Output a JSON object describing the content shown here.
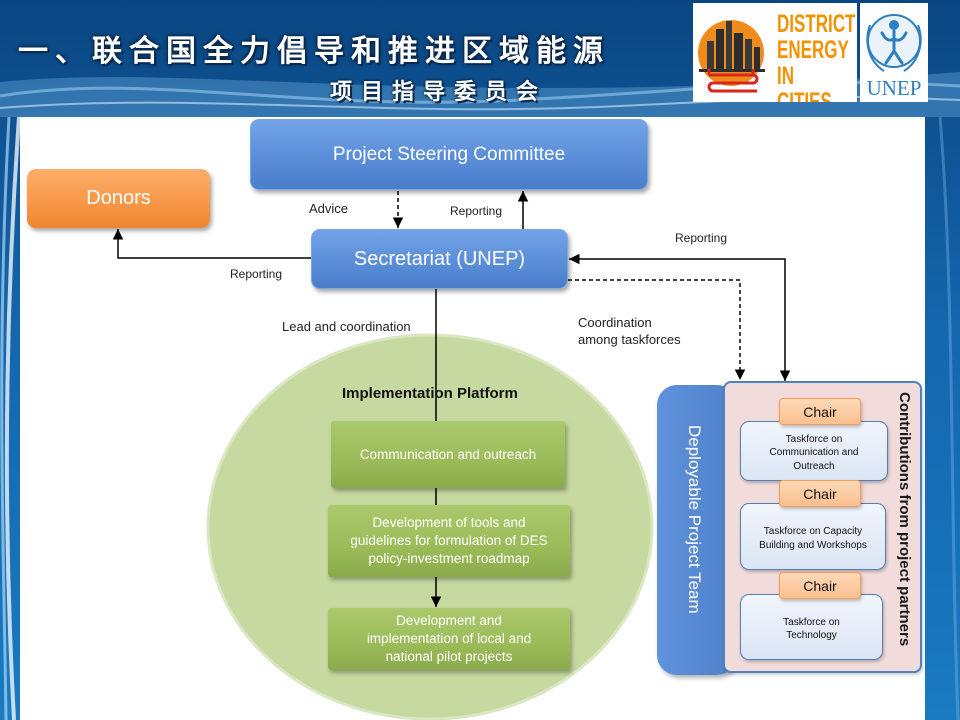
{
  "slide": {
    "title_line1": "一、联合国全力倡导和推进区域能源",
    "title_line2": "项目指导委员会"
  },
  "logos": {
    "district_energy": {
      "line1": "DISTRICT",
      "line2": "ENERGY",
      "line3": "IN CITIES"
    },
    "unep": "UNEP"
  },
  "diagram": {
    "steering_committee": "Project Steering Committee",
    "donors": "Donors",
    "secretariat": "Secretariat (UNEP)",
    "labels": {
      "advice": "Advice",
      "reporting_to_committee": "Reporting",
      "reporting_to_donors": "Reporting",
      "reporting_from_taskforces": "Reporting",
      "coordination": "Coordination among taskforces",
      "lead": "Lead and coordination"
    },
    "platform": {
      "title": "Implementation Platform",
      "items": [
        "Communication and outreach",
        "Development of tools and guidelines for formulation of DES policy-investment roadmap",
        "Development and implementation of local and national pilot projects"
      ]
    },
    "deployable_team": "Deployable Project Team",
    "contributions": "Contributions from project partners",
    "taskforces": [
      {
        "chair": "Chair",
        "name": "Taskforce on Communication and Outreach"
      },
      {
        "chair": "Chair",
        "name": "Taskforce on Capacity Building and Workshops"
      },
      {
        "chair": "Chair",
        "name": "Taskforce on Technology"
      }
    ]
  },
  "colors": {
    "background": "#1466ad",
    "blue_box": "#5a8ed8",
    "orange_box": "#f79646",
    "green_box": "#9bbb59",
    "platform_circle": "#c6d9a0",
    "contributions_panel": "#f2dcdb",
    "taskforce_box": "#dbe5f4",
    "chair_box": "#fbc08f",
    "title_text": "#ffffff",
    "logo_orange": "#f39200",
    "logo_blue": "#2e7fc2"
  }
}
